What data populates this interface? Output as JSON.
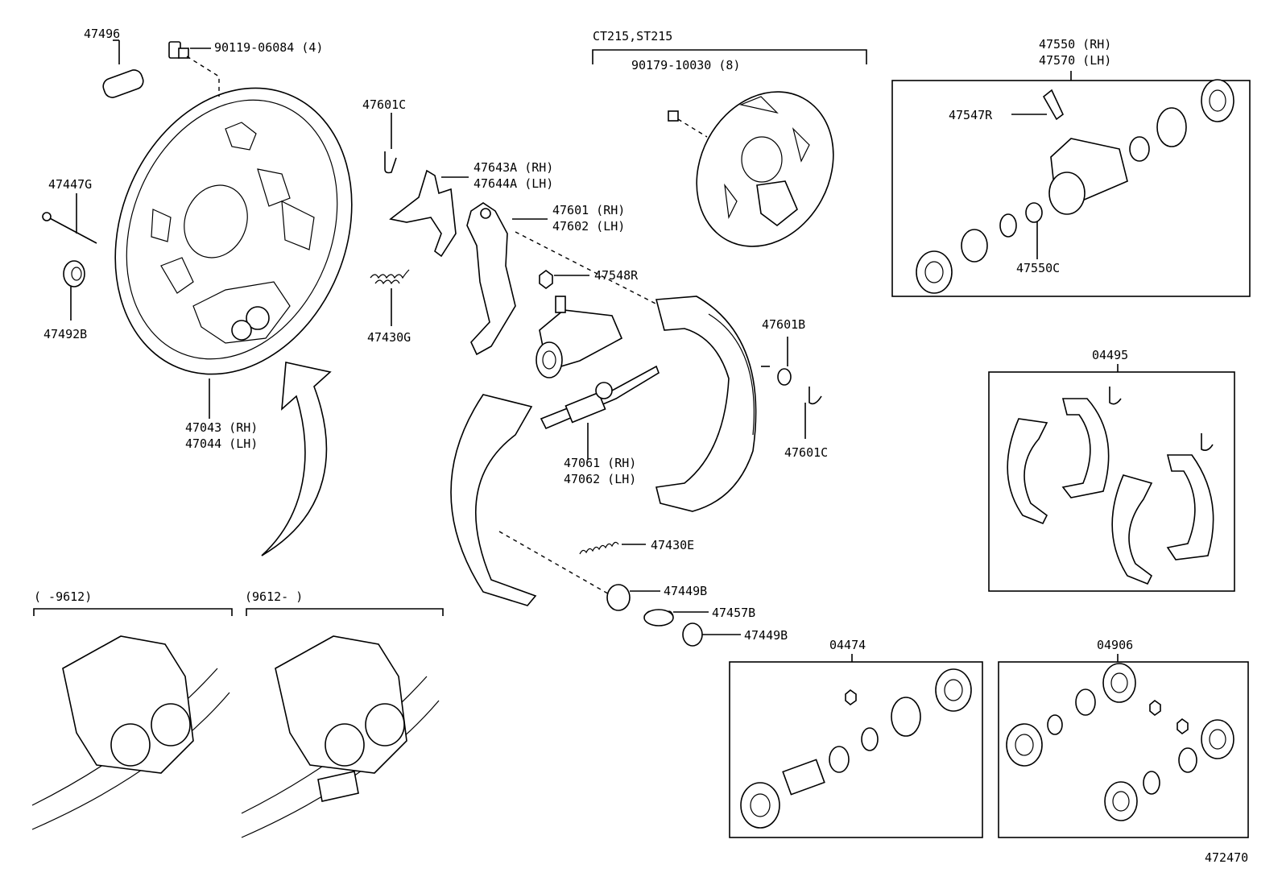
{
  "labels": {
    "p47496": "47496",
    "p90119": "90119-06084 (4)",
    "p47447g": "47447G",
    "p47492b": "47492B",
    "p47043": "47043 (RH)",
    "p47044": "47044 (LH)",
    "p47601c_a": "47601C",
    "p47643a": "47643A (RH)",
    "p47644a": "47644A (LH)",
    "p47601": "47601 (RH)",
    "p47602": "47602 (LH)",
    "p47430g": "47430G",
    "p47548r": "47548R",
    "p47061": "47061 (RH)",
    "p47062": "47062 (LH)",
    "p47430e": "47430E",
    "p47449b_a": "47449B",
    "p47457b": "47457B",
    "p47449b_b": "47449B",
    "p47601b": "47601B",
    "p47601c_b": "47601C",
    "ct215": "CT215,ST215",
    "p90179": "90179-10030 (8)",
    "p47550": "47550 (RH)",
    "p47570": "47570 (LH)",
    "p47547r": "47547R",
    "p47550c": "47550C",
    "p04495": "04495",
    "p04474": "04474",
    "p04906": "04906",
    "range1": "(      -9612)",
    "range2": "(9612-      )",
    "diagram_id": "472470"
  }
}
